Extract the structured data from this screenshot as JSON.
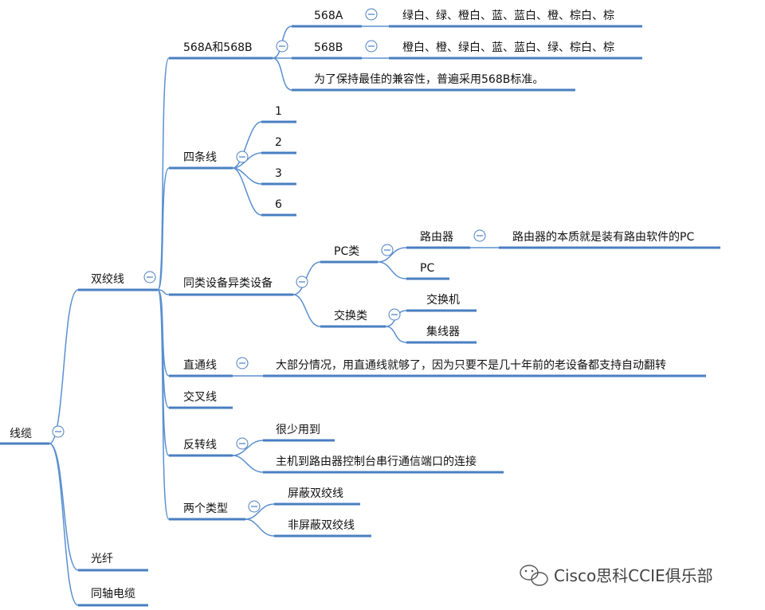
{
  "nodes": {
    "root": "线缆",
    "twisted_pair": "双绞线",
    "fiber": "光纤",
    "coax": "同轴电缆",
    "std": "568A和568B",
    "std_a": "568A",
    "std_a_order": "绿白、绿、橙白、蓝、蓝白、橙、棕白、棕",
    "std_b": "568B",
    "std_b_order": "橙白、橙、绿白、蓝、蓝白、绿、棕白、棕",
    "std_note": "为了保持最佳的兼容性，普遍采用568B标准。",
    "four_wires": "四条线",
    "w1": "1",
    "w2": "2",
    "w3": "3",
    "w6": "6",
    "same_diff": "同类设备异类设备",
    "pc_class": "PC类",
    "router": "路由器",
    "router_note": "路由器的本质就是装有路由软件的PC",
    "pc": "PC",
    "switch_class": "交换类",
    "switch": "交换机",
    "hub": "集线器",
    "straight": "直通线",
    "straight_note": "大部分情况，用直通线就够了，因为只要不是几十年前的老设备都支持自动翻转",
    "crossover": "交叉线",
    "rollover": "反转线",
    "rollover_note1": "很少用到",
    "rollover_note2": "主机到路由器控制台串行通信端口的连接",
    "two_types": "两个类型",
    "stp": "屏蔽双绞线",
    "utp": "非屏蔽双绞线"
  },
  "watermark": "Cisco思科CCIE俱乐部",
  "colors": {
    "line": "#4a7fc1",
    "text": "#111111",
    "background": "#ffffff"
  }
}
